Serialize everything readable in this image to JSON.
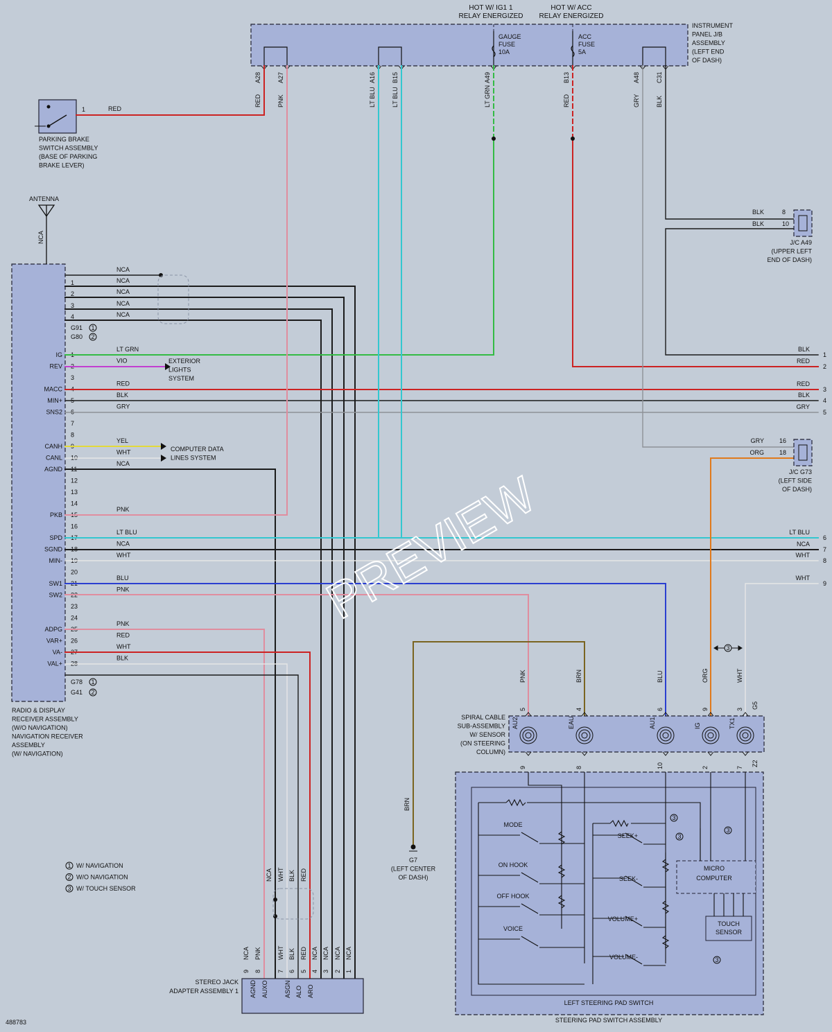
{
  "colors": {
    "RED": "#cc2222",
    "PNK": "#e08d9e",
    "LT BLU": "#33c7cf",
    "LT GRN": "#33bb44",
    "BLK": "#1b1b1b",
    "GRY": "#8e9297",
    "VIO": "#c23fd0",
    "YEL": "#e2d93a",
    "WHT": "#e6e6e6",
    "BLU": "#2a3fd0",
    "ORG": "#e07a1c",
    "BRN": "#7a6420",
    "NCA": "#1b1b1b"
  },
  "header": {
    "hot_ig1": [
      "HOT W/ IG1 1",
      "RELAY ENERGIZED"
    ],
    "hot_acc": [
      "HOT W/ ACC",
      "RELAY ENERGIZED"
    ]
  },
  "jb": {
    "label": [
      "INSTRUMENT",
      "PANEL J/B",
      "ASSEMBLY",
      "(LEFT END",
      "OF DASH)"
    ],
    "gauge_fuse": [
      "GAUGE",
      "FUSE",
      "10A"
    ],
    "acc_fuse": [
      "ACC",
      "FUSE",
      "5A"
    ],
    "pins": [
      "A28",
      "A27",
      "A16",
      "B15",
      "A49",
      "B13",
      "A48",
      "C31"
    ],
    "pin_colors": [
      "RED",
      "PNK",
      "LT BLU",
      "LT BLU",
      "LT GRN",
      "RED",
      "GRY",
      "BLK"
    ]
  },
  "parking_brake": {
    "pin": "1",
    "wire": "RED",
    "label": [
      "PARKING BRAKE",
      "SWITCH ASSEMBLY",
      "(BASE OF PARKING",
      "BRAKE LEVER)"
    ]
  },
  "antenna": {
    "label": "ANTENNA",
    "wire": "NCA"
  },
  "radio": {
    "label": [
      "RADIO & DISPLAY",
      "RECEIVER ASSEMBLY",
      "(W/O NAVIGATION)",
      "NAVIGATION RECEIVER",
      "ASSEMBLY",
      "(W/ NAVIGATION)"
    ],
    "coax": [
      {
        "pin": "",
        "wire": "NCA"
      },
      {
        "pin": "1",
        "wire": "NCA"
      },
      {
        "pin": "2",
        "wire": "NCA"
      },
      {
        "pin": "3",
        "wire": "NCA"
      },
      {
        "pin": "4",
        "wire": "NCA"
      }
    ],
    "coax_conn": [
      {
        "c": "G91",
        "n": "1"
      },
      {
        "c": "G80",
        "n": "2"
      }
    ],
    "pins": [
      {
        "pin": "1",
        "term": "IG",
        "wire": "LT GRN"
      },
      {
        "pin": "2",
        "term": "REV",
        "wire": "VIO"
      },
      {
        "pin": "3",
        "term": "",
        "wire": ""
      },
      {
        "pin": "4",
        "term": "MACC",
        "wire": "RED"
      },
      {
        "pin": "5",
        "term": "MIN+",
        "wire": "BLK"
      },
      {
        "pin": "6",
        "term": "SNS2",
        "wire": "GRY"
      },
      {
        "pin": "7",
        "term": "",
        "wire": ""
      },
      {
        "pin": "8",
        "term": "",
        "wire": ""
      },
      {
        "pin": "9",
        "term": "CANH",
        "wire": "YEL"
      },
      {
        "pin": "10",
        "term": "CANL",
        "wire": "WHT"
      },
      {
        "pin": "11",
        "term": "AGND",
        "wire": "NCA"
      },
      {
        "pin": "12",
        "term": "",
        "wire": ""
      },
      {
        "pin": "13",
        "term": "",
        "wire": ""
      },
      {
        "pin": "14",
        "term": "",
        "wire": ""
      },
      {
        "pin": "15",
        "term": "PKB",
        "wire": "PNK"
      },
      {
        "pin": "16",
        "term": "",
        "wire": ""
      },
      {
        "pin": "17",
        "term": "SPD",
        "wire": "LT BLU"
      },
      {
        "pin": "18",
        "term": "SGND",
        "wire": "NCA"
      },
      {
        "pin": "19",
        "term": "MIN-",
        "wire": "WHT"
      },
      {
        "pin": "20",
        "term": "",
        "wire": ""
      },
      {
        "pin": "21",
        "term": "SW1",
        "wire": "BLU"
      },
      {
        "pin": "22",
        "term": "SW2",
        "wire": "PNK"
      },
      {
        "pin": "23",
        "term": "",
        "wire": ""
      },
      {
        "pin": "24",
        "term": "",
        "wire": ""
      },
      {
        "pin": "25",
        "term": "ADPG",
        "wire": "PNK"
      },
      {
        "pin": "26",
        "term": "VAR+",
        "wire": "RED"
      },
      {
        "pin": "27",
        "term": "VA-",
        "wire": "WHT"
      },
      {
        "pin": "28",
        "term": "VAL+",
        "wire": "BLK"
      }
    ],
    "conn_bottom": [
      {
        "c": "G78",
        "n": "1"
      },
      {
        "c": "G41",
        "n": "2"
      }
    ]
  },
  "exterior_lights": [
    "EXTERIOR",
    "LIGHTS",
    "SYSTEM"
  ],
  "computer_data": [
    "COMPUTER DATA",
    "LINES SYSTEM"
  ],
  "right_out": [
    {
      "n": "1",
      "w": "BLK"
    },
    {
      "n": "2",
      "w": "RED"
    },
    {
      "n": "3",
      "w": "RED"
    },
    {
      "n": "4",
      "w": "BLK"
    },
    {
      "n": "5",
      "w": "GRY"
    },
    {
      "n": "6",
      "w": "LT BLU"
    },
    {
      "n": "7",
      "w": "NCA"
    },
    {
      "n": "8",
      "w": "WHT"
    },
    {
      "n": "9",
      "w": "WHT"
    }
  ],
  "jc_a49": {
    "pins": [
      {
        "n": "8",
        "w": "BLK"
      },
      {
        "n": "10",
        "w": "BLK"
      }
    ],
    "label": [
      "J/C A49",
      "(UPPER LEFT",
      "END OF DASH)"
    ]
  },
  "jc_g73": {
    "pins": [
      {
        "n": "16",
        "w": "GRY"
      },
      {
        "n": "18",
        "w": "ORG"
      }
    ],
    "label": [
      "J/C G73",
      "(LEFT SIDE",
      "OF DASH)"
    ]
  },
  "legend": [
    {
      "n": "1",
      "t": "W/ NAVIGATION"
    },
    {
      "n": "2",
      "t": "W/O NAVIGATION"
    },
    {
      "n": "3",
      "t": "W/ TOUCH SENSOR"
    }
  ],
  "stereo": {
    "label": [
      "STEREO JACK",
      "ADAPTER ASSEMBLY 1"
    ],
    "top_wires": [
      "NCA",
      "WHT",
      "BLK",
      "RED"
    ],
    "pins": [
      {
        "n": "9",
        "w": "NCA",
        "t": "AGND"
      },
      {
        "n": "8",
        "w": "PNK",
        "t": "AUXO"
      },
      {
        "n": "7",
        "w": "WHT",
        "t": "ASGN"
      },
      {
        "n": "6",
        "w": "BLK",
        "t": "ALO"
      },
      {
        "n": "5",
        "w": "RED",
        "t": "ARO"
      },
      {
        "n": "4",
        "w": "NCA",
        "t": ""
      },
      {
        "n": "3",
        "w": "NCA",
        "t": ""
      },
      {
        "n": "2",
        "w": "NCA",
        "t": ""
      },
      {
        "n": "1",
        "w": "NCA",
        "t": ""
      }
    ]
  },
  "ground": {
    "wire": "BRN",
    "label": [
      "G7",
      "(LEFT CENTER",
      "OF DASH)"
    ]
  },
  "spiral": {
    "label": [
      "SPIRAL CABLE",
      "SUB-ASSEMBLY",
      "W/ SENSOR",
      "(ON STEERING",
      "COLUMN)"
    ],
    "top": [
      {
        "n": "5",
        "w": "PNK",
        "t": "AU2"
      },
      {
        "n": "4",
        "w": "BRN",
        "t": "EAU"
      },
      {
        "n": "6",
        "w": "BLU",
        "t": "AU1"
      },
      {
        "n": "9",
        "w": "ORG",
        "t": "IG"
      },
      {
        "n": "3",
        "w": "WHT",
        "t": "TX1"
      }
    ],
    "conn_top": "G5",
    "bottom": [
      "9",
      "8",
      "10",
      "2",
      "7"
    ],
    "conn_bottom": "Z2"
  },
  "pad": {
    "label": "LEFT STEERING PAD SWITCH",
    "assembly": "STEERING PAD SWITCH ASSEMBLY",
    "left": [
      "MODE",
      "ON HOOK",
      "OFF HOOK",
      "VOICE"
    ],
    "right": [
      "SEEK+",
      "SEEK-",
      "VOLUME+",
      "VOLUME-"
    ],
    "micro": [
      "MICRO",
      "COMPUTER"
    ],
    "touch": [
      "TOUCH",
      "SENSOR"
    ]
  },
  "watermark": "PREVIEW",
  "doc_id": "488783"
}
